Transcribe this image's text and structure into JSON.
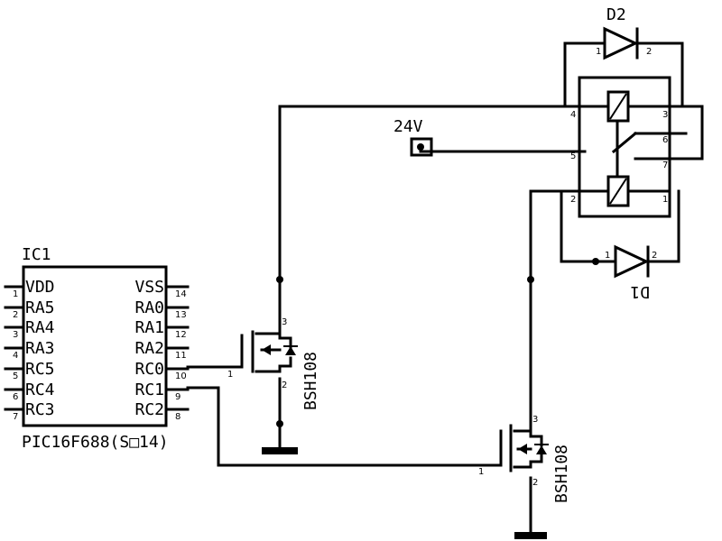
{
  "ic1": {
    "ref": "IC1",
    "part": "PIC16F688(S□14)",
    "left_pins": [
      {
        "num": "1",
        "name": "VDD"
      },
      {
        "num": "2",
        "name": "RA5"
      },
      {
        "num": "3",
        "name": "RA4"
      },
      {
        "num": "4",
        "name": "RA3"
      },
      {
        "num": "5",
        "name": "RC5"
      },
      {
        "num": "6",
        "name": "RC4"
      },
      {
        "num": "7",
        "name": "RC3"
      }
    ],
    "right_pins": [
      {
        "num": "14",
        "name": "VSS"
      },
      {
        "num": "13",
        "name": "RA0"
      },
      {
        "num": "12",
        "name": "RA1"
      },
      {
        "num": "11",
        "name": "RA2"
      },
      {
        "num": "10",
        "name": "RC0"
      },
      {
        "num": "9",
        "name": "RC1"
      },
      {
        "num": "8",
        "name": "RC2"
      }
    ]
  },
  "q1": {
    "part": "BSH108",
    "gate": "1",
    "drain": "3",
    "source": "2"
  },
  "q2": {
    "part": "BSH108",
    "gate": "1",
    "drain": "3",
    "source": "2"
  },
  "d1": {
    "ref": "D1",
    "anode": "1",
    "cathode": "2"
  },
  "d2": {
    "ref": "D2",
    "anode": "1",
    "cathode": "2"
  },
  "supply": {
    "label": "24V"
  },
  "relay": {
    "pins": {
      "p1": "1",
      "p2": "2",
      "p3": "3",
      "p4": "4",
      "p5": "5",
      "p6": "6",
      "p7": "7"
    }
  }
}
